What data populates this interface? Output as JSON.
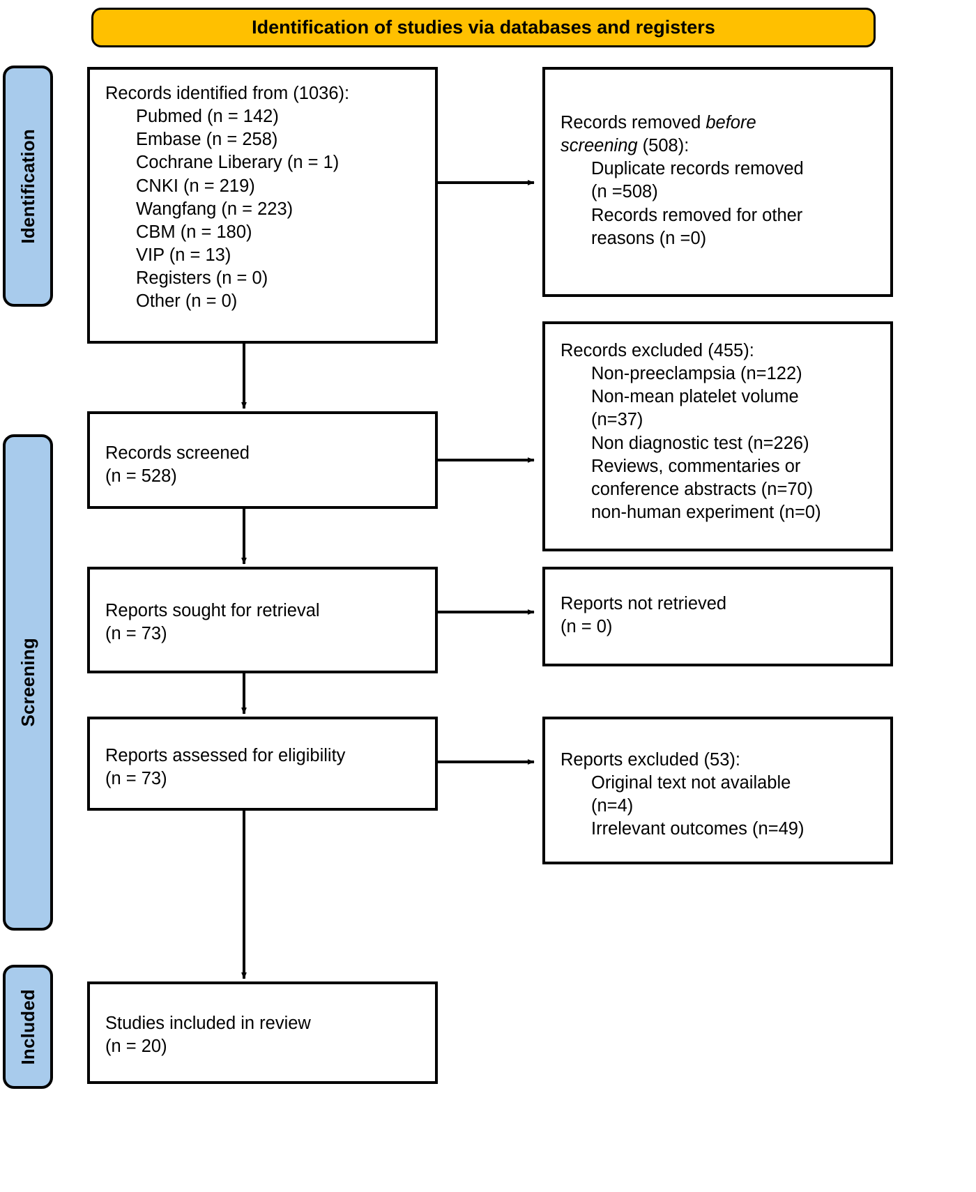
{
  "banner": {
    "title": "Identification of studies via databases and registers"
  },
  "stages": [
    {
      "name": "identification",
      "label": "Identification"
    },
    {
      "name": "screening",
      "label": "Screening"
    },
    {
      "name": "included",
      "label": "Included"
    }
  ],
  "boxes": {
    "records_identified": {
      "lines": [
        {
          "text": "Records identified from (1036):",
          "indent": false
        },
        {
          "text": "Pubmed (n = 142)",
          "indent": true
        },
        {
          "text": "Embase (n = 258)",
          "indent": true
        },
        {
          "text": "Cochrane Liberary (n = 1)",
          "indent": true
        },
        {
          "text": "CNKI (n = 219)",
          "indent": true
        },
        {
          "text": "Wangfang (n = 223)",
          "indent": true
        },
        {
          "text": "CBM (n = 180)",
          "indent": true
        },
        {
          "text": "VIP (n = 13)",
          "indent": true
        },
        {
          "text": "Registers (n = 0)",
          "indent": true
        },
        {
          "text": "Other (n = 0)",
          "indent": true
        }
      ]
    },
    "records_removed": {
      "lines": [
        {
          "text": "Records removed ",
          "italic": "before",
          "indent": false
        },
        {
          "text_italic_lead": "screening",
          "text": " (508):",
          "indent": false
        },
        {
          "text": "Duplicate records removed",
          "indent": true
        },
        {
          "text": "(n =508)",
          "indent": true
        },
        {
          "text": "Records removed for other",
          "indent": true
        },
        {
          "text": "reasons (n =0)",
          "indent": true
        }
      ]
    },
    "records_screened": {
      "lines": [
        {
          "text": "Records screened",
          "indent": false
        },
        {
          "text": "(n = 528)",
          "indent": false
        }
      ]
    },
    "records_excluded": {
      "lines": [
        {
          "text": "Records excluded (455):",
          "indent": false
        },
        {
          "text": "Non-preeclampsia (n=122)",
          "indent": true
        },
        {
          "text": "Non-mean platelet volume",
          "indent": true
        },
        {
          "text": "(n=37)",
          "indent": true
        },
        {
          "text": "Non diagnostic test (n=226)",
          "indent": true
        },
        {
          "text": "Reviews, commentaries or",
          "indent": true
        },
        {
          "text": "conference abstracts (n=70)",
          "indent": true
        },
        {
          "text": "non-human experiment (n=0)",
          "indent": true
        }
      ]
    },
    "reports_sought": {
      "lines": [
        {
          "text": "Reports sought for retrieval",
          "indent": false
        },
        {
          "text": "(n = 73)",
          "indent": false
        }
      ]
    },
    "reports_not_retrieved": {
      "lines": [
        {
          "text": "Reports not retrieved",
          "indent": false
        },
        {
          "text": "(n = 0)",
          "indent": false
        }
      ]
    },
    "reports_assessed": {
      "lines": [
        {
          "text": "Reports assessed for eligibility",
          "indent": false
        },
        {
          "text": "(n = 73)",
          "indent": false
        }
      ]
    },
    "reports_excluded": {
      "lines": [
        {
          "text": "Reports excluded (53):",
          "indent": false
        },
        {
          "text": "Original text not available",
          "indent": true
        },
        {
          "text": "(n=4)",
          "indent": true
        },
        {
          "text": "Irrelevant outcomes (n=49)",
          "indent": true
        }
      ]
    },
    "studies_included": {
      "lines": [
        {
          "text": "Studies included in review",
          "indent": false
        },
        {
          "text": "(n = 20)",
          "indent": false
        }
      ]
    }
  },
  "colors": {
    "banner_fill": "#ffc000",
    "stage_fill": "#a8cbec",
    "stroke": "#000000",
    "box_fill": "#ffffff"
  },
  "flow_data": {
    "type": "prisma-flow",
    "identified_total": 1036,
    "sources": [
      {
        "name": "Pubmed",
        "n": 142
      },
      {
        "name": "Embase",
        "n": 258
      },
      {
        "name": "Cochrane Liberary",
        "n": 1
      },
      {
        "name": "CNKI",
        "n": 219
      },
      {
        "name": "Wangfang",
        "n": 223
      },
      {
        "name": "CBM",
        "n": 180
      },
      {
        "name": "VIP",
        "n": 13
      },
      {
        "name": "Registers",
        "n": 0
      },
      {
        "name": "Other",
        "n": 0
      }
    ],
    "removed_before_screening": 508,
    "duplicates_removed": 508,
    "removed_other_reasons": 0,
    "screened": 528,
    "excluded_at_screening": 455,
    "exclusion_reasons": [
      {
        "reason": "Non-preeclampsia",
        "n": 122
      },
      {
        "reason": "Non-mean platelet volume",
        "n": 37
      },
      {
        "reason": "Non diagnostic test",
        "n": 226
      },
      {
        "reason": "Reviews, commentaries or conference abstracts",
        "n": 70
      },
      {
        "reason": "non-human experiment",
        "n": 0
      }
    ],
    "sought_for_retrieval": 73,
    "not_retrieved": 0,
    "assessed_for_eligibility": 73,
    "reports_excluded_total": 53,
    "report_exclusion_reasons": [
      {
        "reason": "Original text not available",
        "n": 4
      },
      {
        "reason": "Irrelevant outcomes",
        "n": 49
      }
    ],
    "included_in_review": 20
  }
}
